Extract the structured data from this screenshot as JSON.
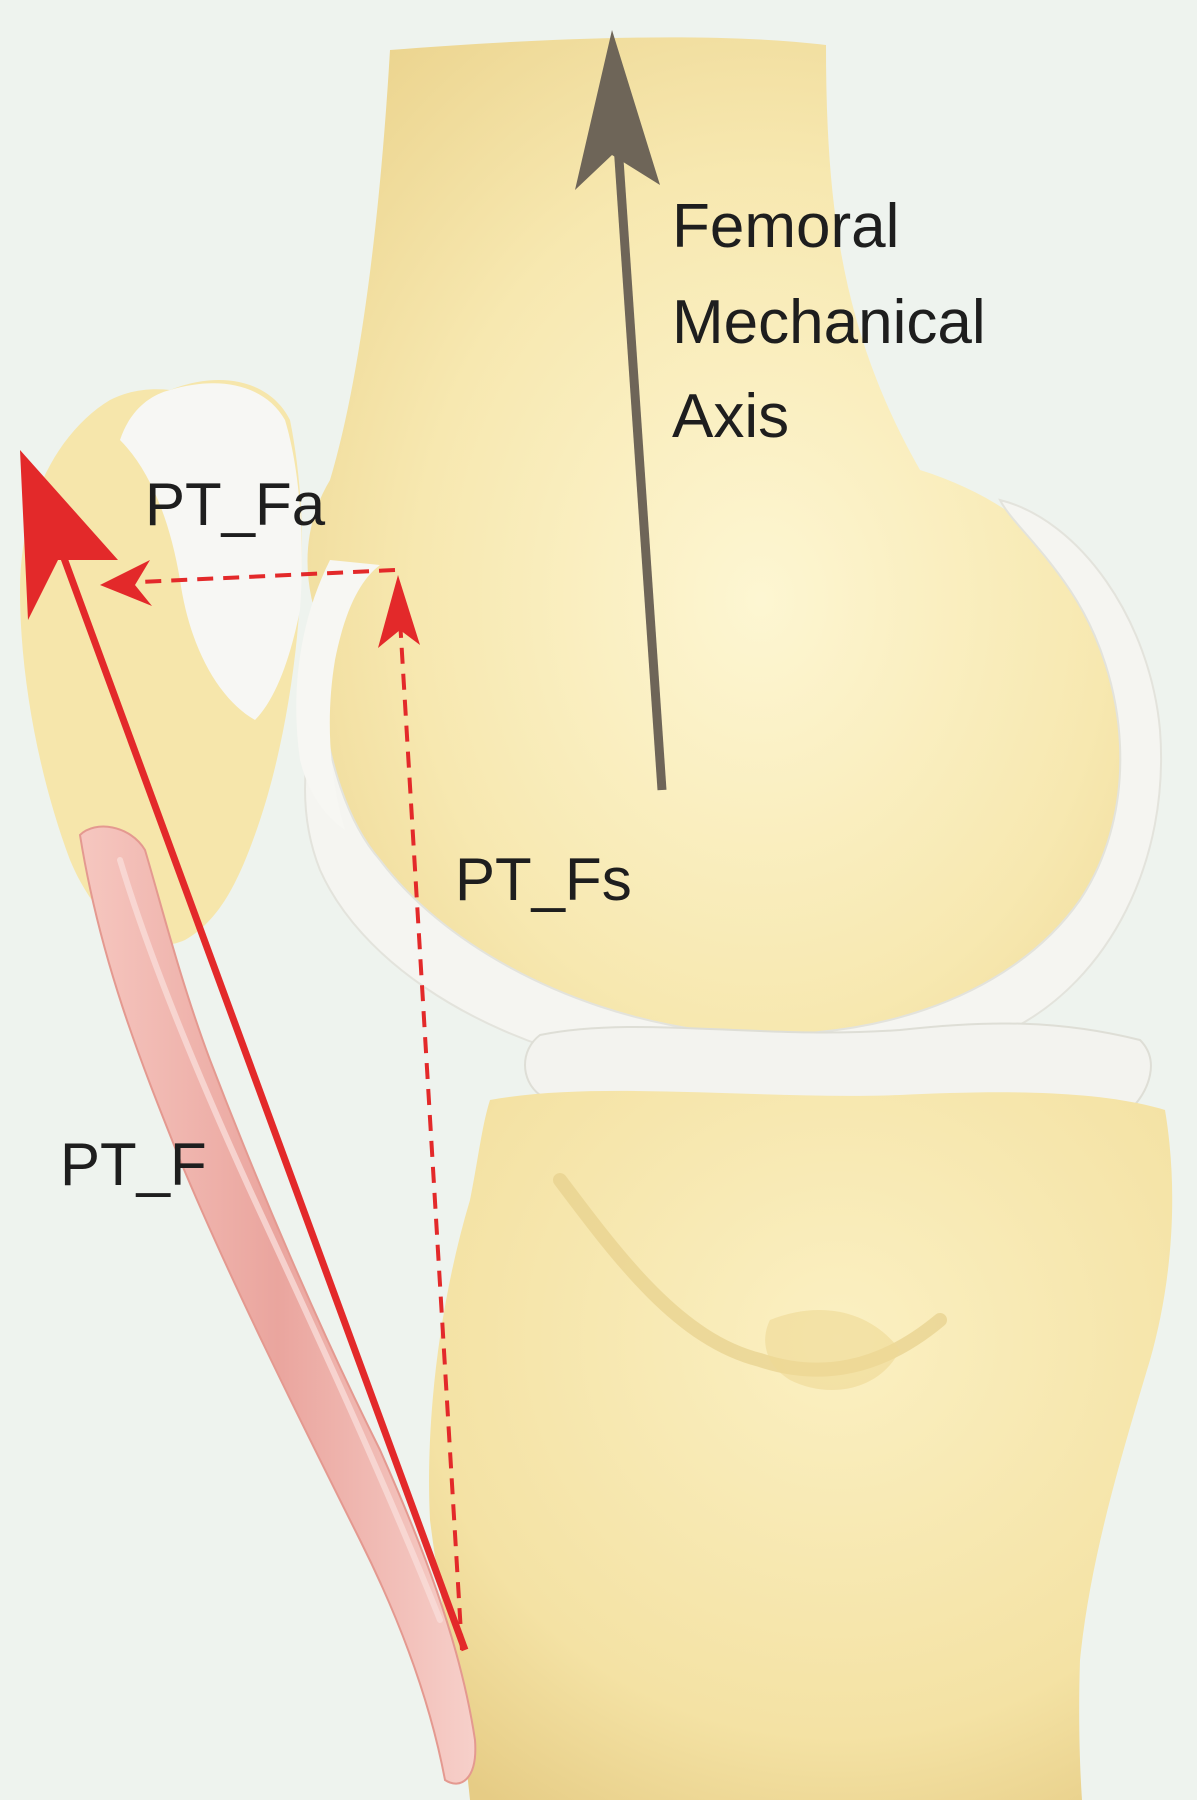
{
  "labels": {
    "axis_line1": "Femoral",
    "axis_line2": "Mechanical",
    "axis_line3": "Axis",
    "pt_fa": "PT_Fa",
    "pt_fs": "PT_Fs",
    "pt_f": "PT_F"
  },
  "colors": {
    "background": "#eef3ee",
    "bone": "#f6e7ad",
    "cartilage": "#f5f5f2",
    "tendon": "#eeb0aa",
    "force_arrow": "#e3292a",
    "axis_arrow": "#6e6558",
    "text": "#1e1e1e"
  }
}
